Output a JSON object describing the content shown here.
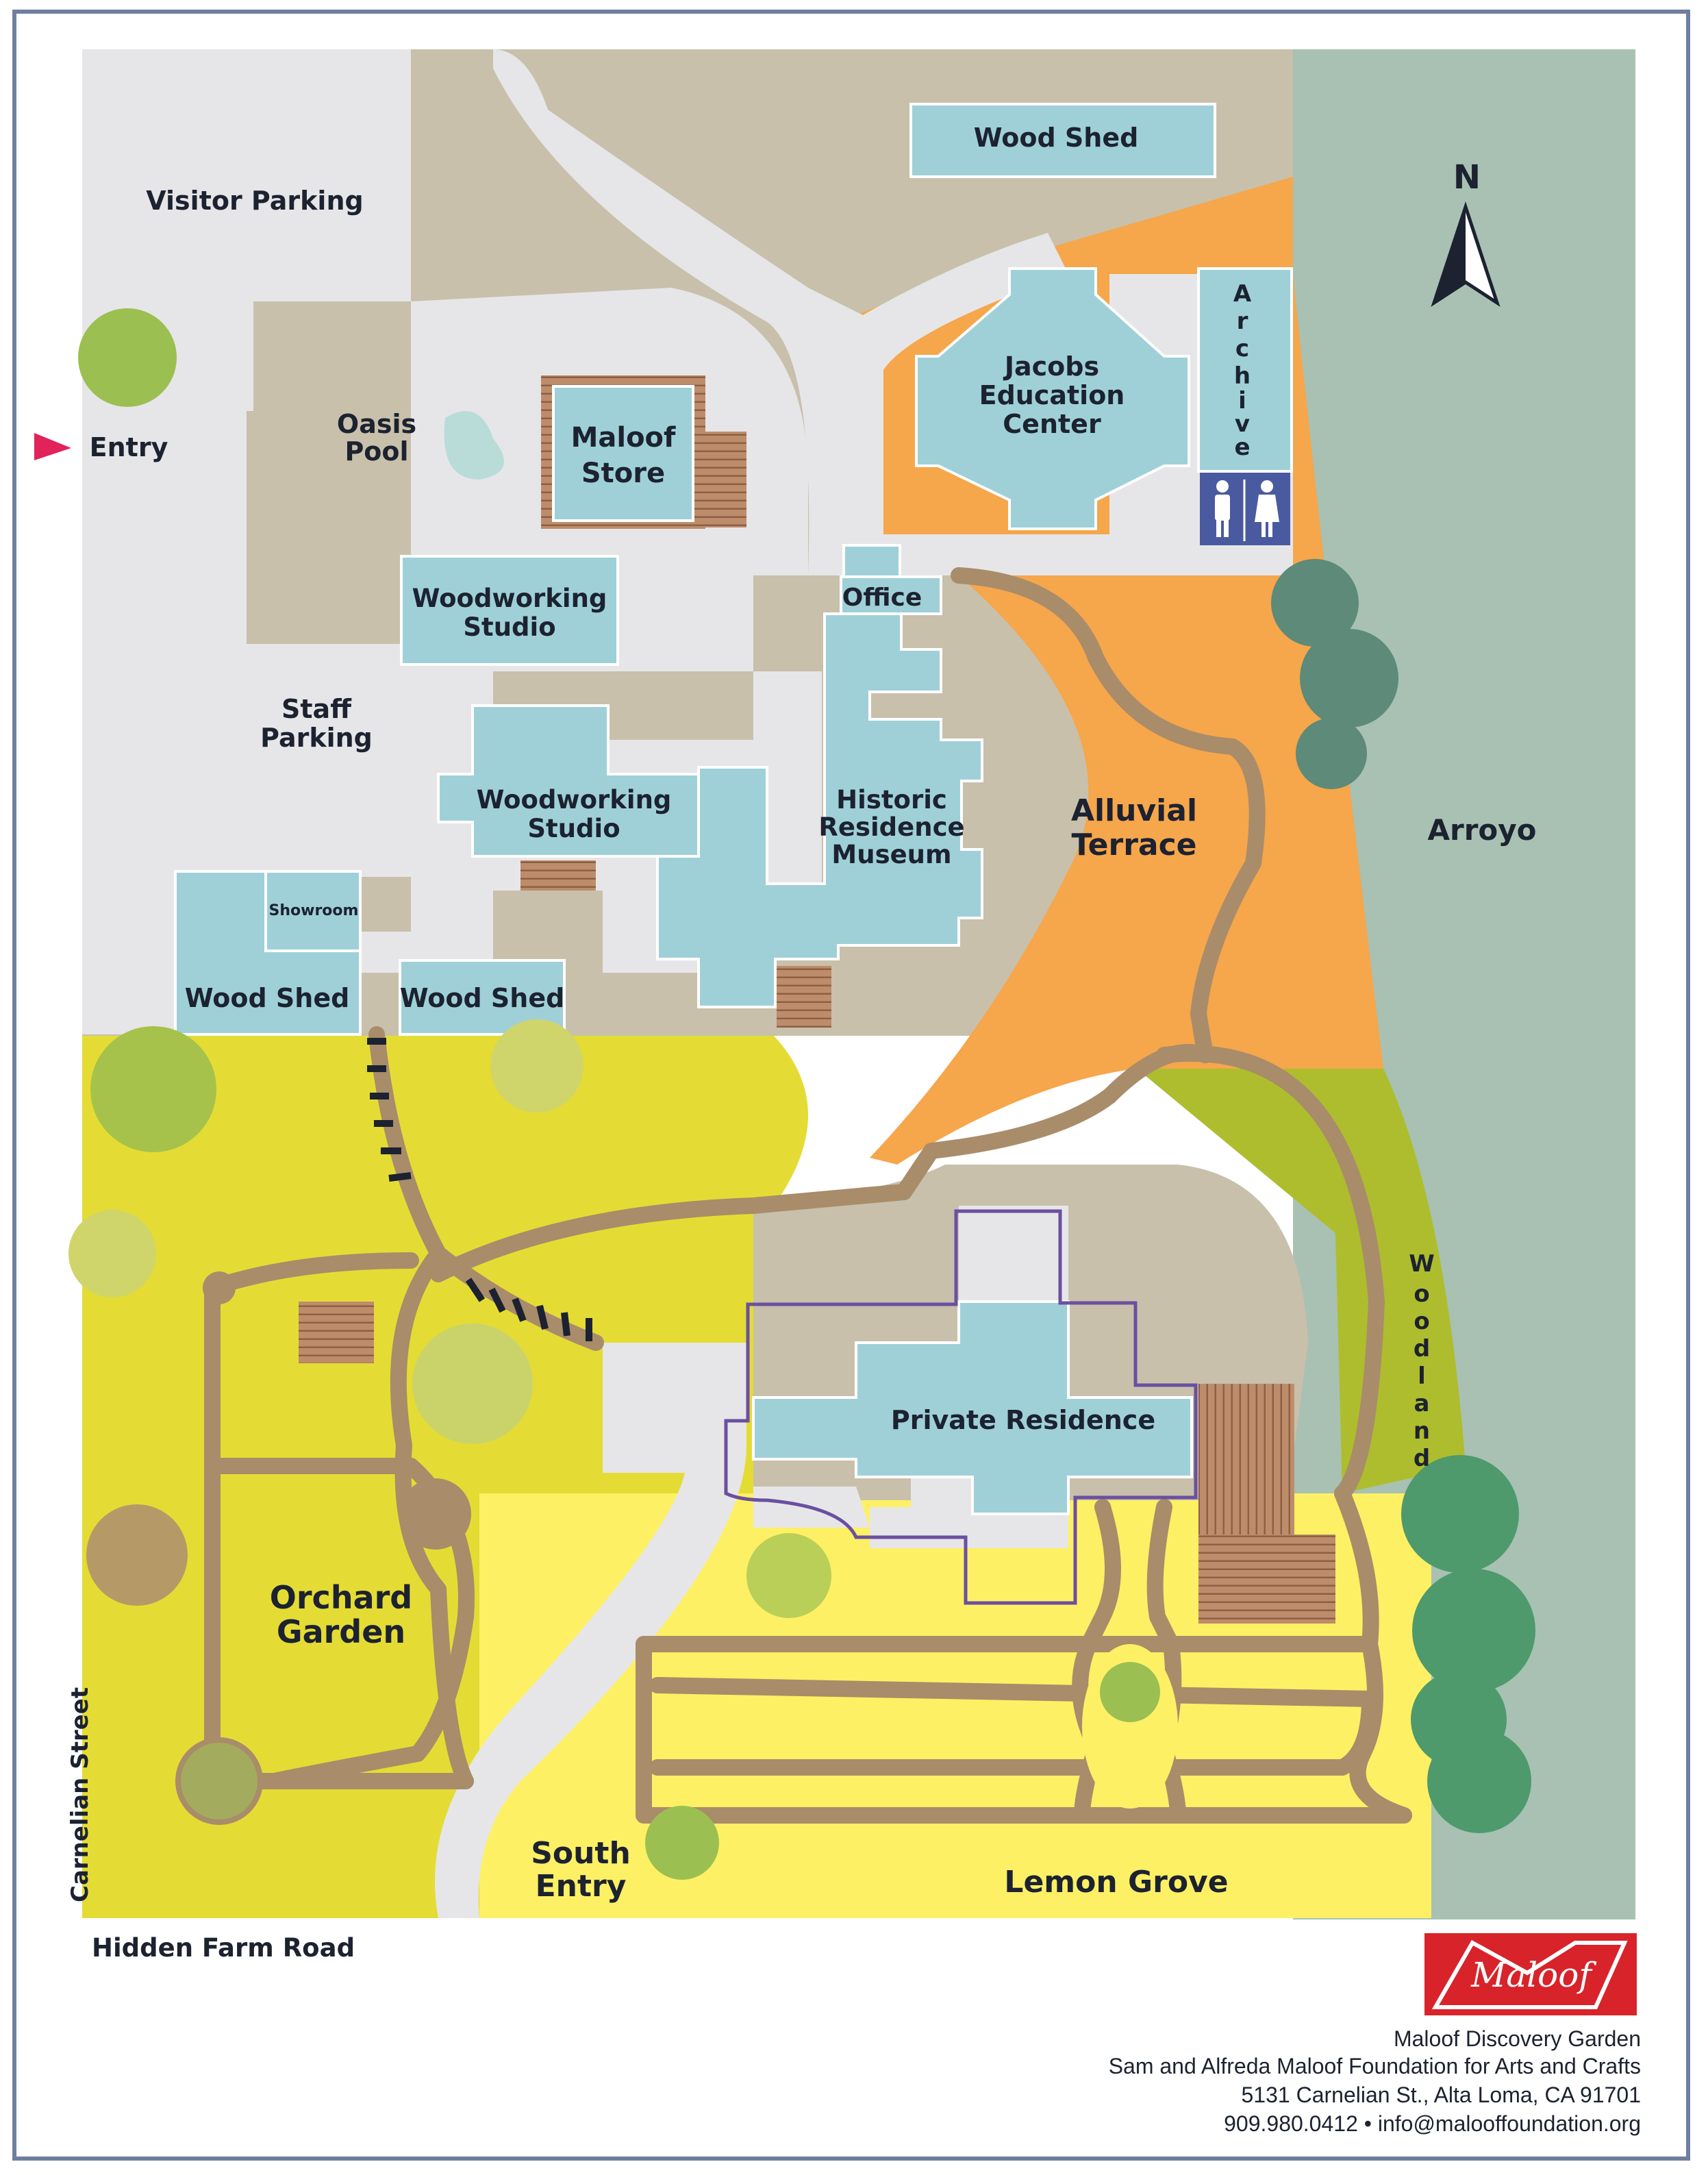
{
  "map": {
    "compass": "N",
    "areas": {
      "visitor_parking": "Visitor Parking",
      "entry": "Entry",
      "oasis_pool": [
        "Oasis",
        "Pool"
      ],
      "maloof_store": [
        "Maloof",
        "Store"
      ],
      "wood_shed_top": "Wood Shed",
      "jacobs_center": [
        "Jacobs",
        "Education",
        "Center"
      ],
      "archive": [
        "A",
        "r",
        "c",
        "h",
        "i",
        "v",
        "e"
      ],
      "office": "Office",
      "woodworking_studio_1": [
        "Woodworking",
        "Studio"
      ],
      "woodworking_studio_2": [
        "Woodworking",
        "Studio"
      ],
      "staff_parking": [
        "Staff",
        "Parking"
      ],
      "historic_residence": [
        "Historic",
        "Residence",
        "Museum"
      ],
      "alluvial_terrace": [
        "Alluvial",
        "Terrace"
      ],
      "arroyo": "Arroyo",
      "showroom": "Showroom",
      "wood_shed_left": "Wood Shed",
      "wood_shed_mid": "Wood Shed",
      "woodland": [
        "W",
        "o",
        "o",
        "d",
        "l",
        "a",
        "n",
        "d"
      ],
      "private_residence": "Private Residence",
      "orchard_garden": [
        "Orchard",
        "Garden"
      ],
      "south_entry": [
        "South",
        "Entry"
      ],
      "lemon_grove": "Lemon Grove"
    },
    "streets": {
      "hidden_farm": "Hidden Farm Road",
      "carnelian": "Carnelian Street"
    }
  },
  "footer": {
    "logo_text": "Maloof",
    "line1": "Maloof Discovery Garden",
    "line2": "Sam and Alfreda Maloof Foundation for Arts and Crafts",
    "line3": "5131 Carnelian St., Alta Loma, CA 91701",
    "line4": "909.980.0412  •  info@malooffoundation.org"
  },
  "colors": {
    "building": "#9fd0d8",
    "ground": "#c8c0ab",
    "pavement": "#e6e6e8",
    "arroyo": "#a8c1b3",
    "alluvial": "#f6a64b",
    "orchard": "#e4dc34",
    "lemon": "#fdf064",
    "woodland": "#aebd2d",
    "path": "#a98c6a",
    "logo_red": "#d8232a"
  }
}
